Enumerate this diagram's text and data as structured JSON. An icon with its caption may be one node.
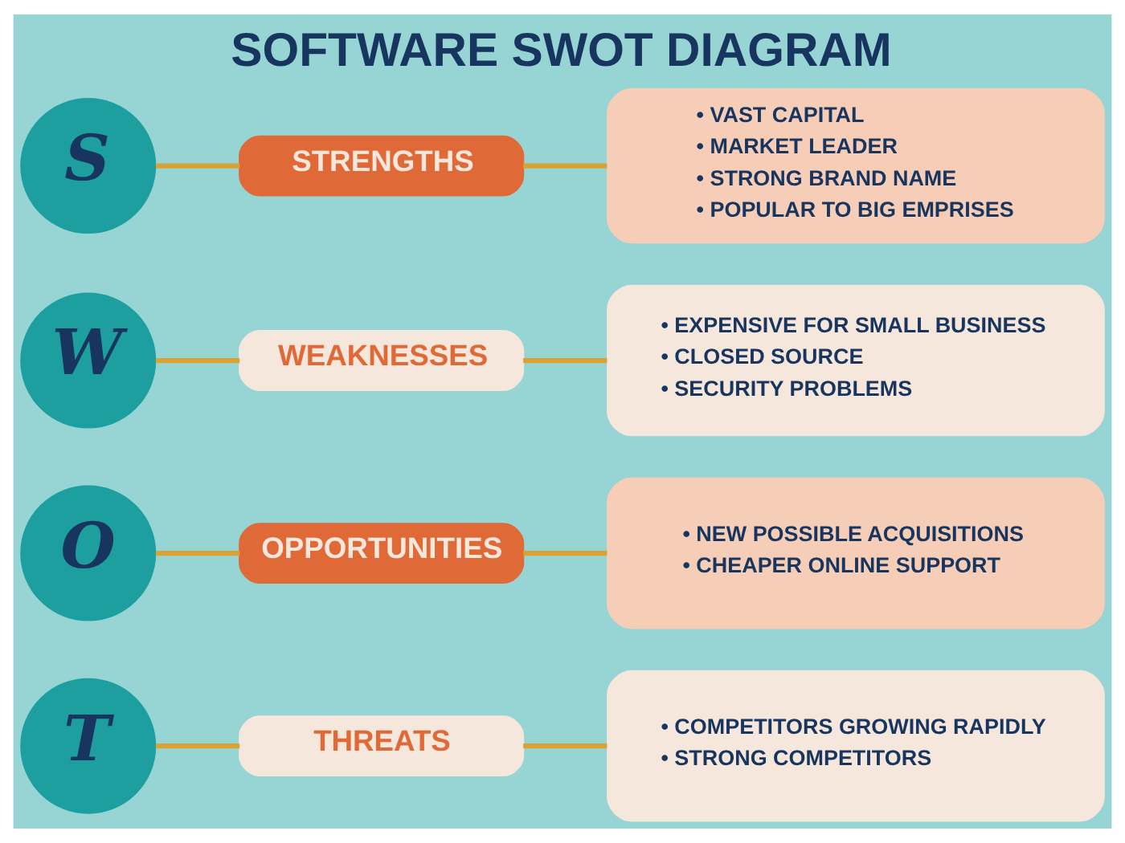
{
  "diagram": {
    "title": "SOFTWARE SWOT DIAGRAM",
    "nodes": [
      {
        "text": [
          "S"
        ]
      },
      {
        "text": [
          "STRENGTHS"
        ]
      },
      {
        "text": [
          "• VAST CAPITAL",
          "• MARKET LEADER",
          "• STRONG BRAND NAME",
          "• POPULAR TO BIG EMPRISES"
        ]
      },
      {
        "text": [
          "W"
        ]
      },
      {
        "text": [
          "WEAKNESSES"
        ]
      },
      {
        "text": [
          "• EXPENSIVE FOR SMALL BUSINESS",
          "• CLOSED SOURCE",
          "• SECURITY PROBLEMS"
        ]
      },
      {
        "text": [
          "O"
        ]
      },
      {
        "text": [
          "OPPORTUNITIES"
        ]
      },
      {
        "text": [
          "• NEW POSSIBLE ACQUISITIONS",
          "• CHEAPER ONLINE SUPPORT"
        ]
      },
      {
        "text": [
          "T"
        ]
      },
      {
        "text": [
          "THREATS"
        ]
      },
      {
        "text": [
          "• COMPETITORS GROWING RAPIDLY",
          "• STRONG COMPETITORS"
        ]
      }
    ],
    "edges": [
      {
        "from": 0,
        "to": 1,
        "arrow": "none"
      },
      {
        "from": 1,
        "to": 2,
        "arrow": "none"
      },
      {
        "from": 3,
        "to": 4,
        "arrow": "none"
      },
      {
        "from": 4,
        "to": 5,
        "arrow": "none"
      },
      {
        "from": 6,
        "to": 7,
        "arrow": "none"
      },
      {
        "from": 7,
        "to": 8,
        "arrow": "none"
      },
      {
        "from": 9,
        "to": 10,
        "arrow": "none"
      },
      {
        "from": 10,
        "to": 11,
        "arrow": "none"
      }
    ]
  }
}
